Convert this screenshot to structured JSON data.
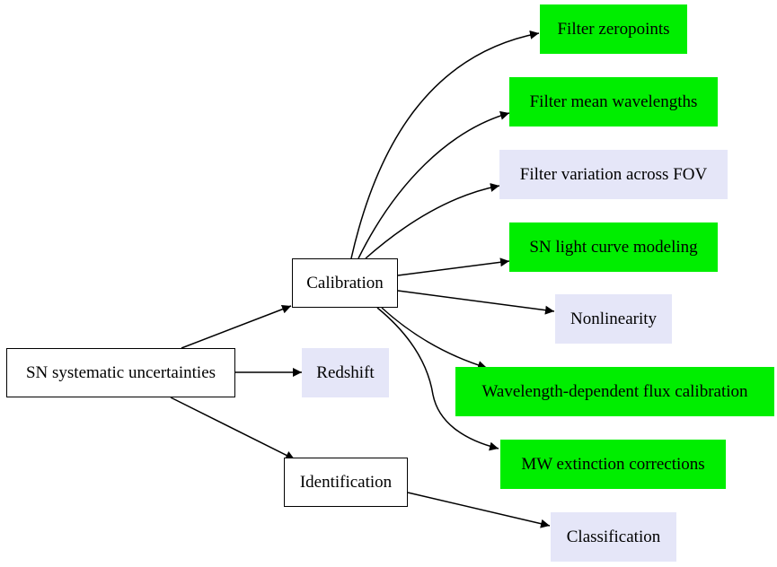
{
  "colors": {
    "green_fill": "#00ee00",
    "lavender_fill": "#e5e6f8",
    "outline": "#000000",
    "edge": "#000000"
  },
  "nodes": {
    "root": "SN systematic uncertainties",
    "calibration": "Calibration",
    "redshift": "Redshift",
    "identification": "Identification",
    "filter_zeropoints": "Filter zeropoints",
    "filter_mean_wavelengths": "Filter mean wavelengths",
    "filter_variation": "Filter variation across FOV",
    "sn_light_curve": "SN light curve modeling",
    "nonlinearity": "Nonlinearity",
    "flux_calibration": "Wavelength-dependent flux calibration",
    "mw_extinction": "MW extinction corrections",
    "classification": "Classification"
  },
  "edges": [
    [
      "root",
      "calibration"
    ],
    [
      "root",
      "redshift"
    ],
    [
      "root",
      "identification"
    ],
    [
      "calibration",
      "filter_zeropoints"
    ],
    [
      "calibration",
      "filter_mean_wavelengths"
    ],
    [
      "calibration",
      "filter_variation"
    ],
    [
      "calibration",
      "sn_light_curve"
    ],
    [
      "calibration",
      "nonlinearity"
    ],
    [
      "calibration",
      "flux_calibration"
    ],
    [
      "calibration",
      "mw_extinction"
    ],
    [
      "identification",
      "classification"
    ]
  ]
}
